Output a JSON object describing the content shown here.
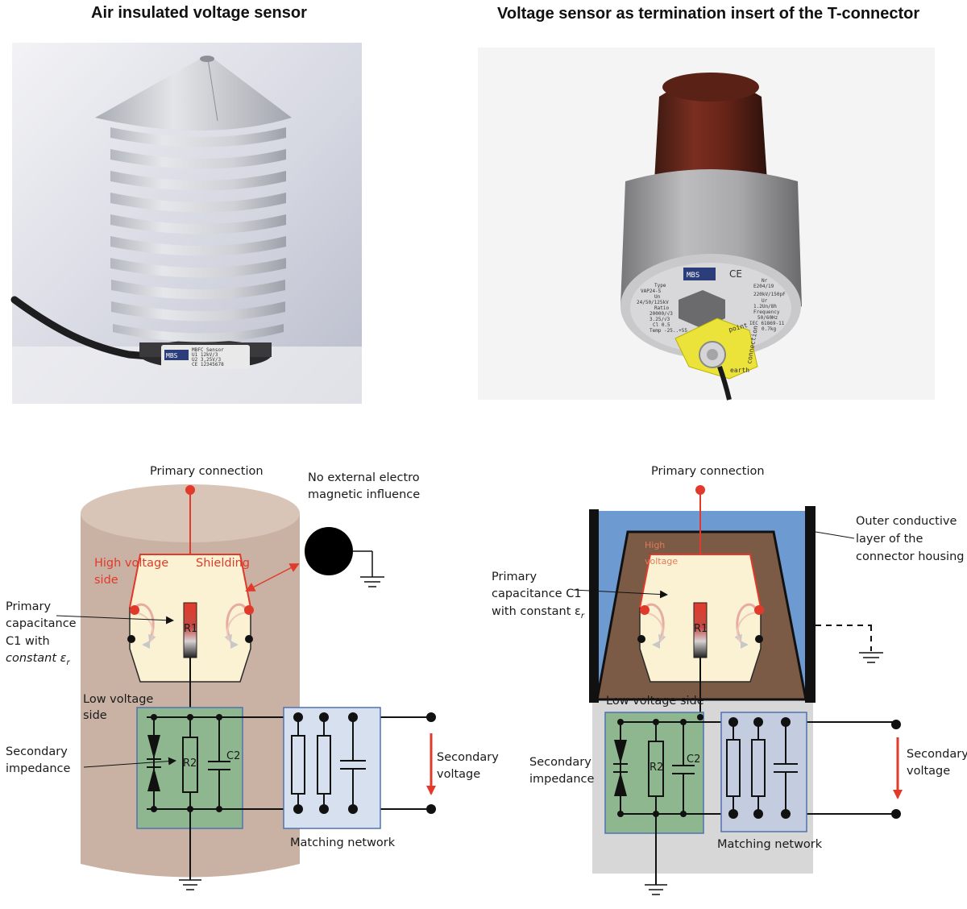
{
  "titles": {
    "left": "Air insulated voltage sensor",
    "right": "Voltage sensor as termination insert of the T-connector"
  },
  "photo_left": {
    "brand": "MBS",
    "label_lines": [
      "MBFC Sensor",
      "U1 12kV/3",
      "U2 3,25V/3",
      "CE 12345678"
    ]
  },
  "photo_right": {
    "brand": "MBS",
    "ce_mark": "CE",
    "label_lines": [
      "Type",
      "VAP24-S",
      "Un",
      "24/50/125kV",
      "Ratio",
      "20000/√3",
      "3.25/√3",
      "Cl 0.5",
      "Temp -25..+55"
    ],
    "label_lines_right": [
      "Nr",
      "E204/19",
      "220kV/150pF",
      "Ur",
      "1.2Un/8h",
      "Frequency",
      "50/60Hz",
      "IEC 61869-11",
      "0.7kg"
    ],
    "tag_text": "point",
    "tag_side_text": "connection",
    "tag_earth_text": "earth"
  },
  "diagram_left": {
    "primary_connection": "Primary connection",
    "no_external_line1": "No external electro",
    "no_external_line2": "magnetic influence",
    "high_voltage_line1": "High voltage",
    "high_voltage_line2": "side",
    "shielding": "Shielding",
    "primary_cap_line1": "Primary",
    "primary_cap_line2": "capacitance",
    "primary_cap_line3": "C1 with",
    "primary_cap_line4": "constant ε",
    "primary_cap_sub": "r",
    "r1": "R1",
    "low_voltage_line1": "Low voltage",
    "low_voltage_line2": "side",
    "secondary_imp_line1": "Secondary",
    "secondary_imp_line2": "impedance",
    "r2": "R2",
    "c2": "C2",
    "matching_network": "Matching network",
    "secondary_voltage_line1": "Secondary",
    "secondary_voltage_line2": "voltage"
  },
  "diagram_right": {
    "primary_connection": "Primary connection",
    "outer_line1": "Outer conductive",
    "outer_line2": "layer of the",
    "outer_line3": "connector housing",
    "primary_cap_line1": "Primary",
    "primary_cap_line2": "capacitance C1",
    "primary_cap_line3": "with constant ε",
    "primary_cap_sub": "r",
    "high_line1": "High",
    "high_line2": "voltage",
    "r1": "R1",
    "low_voltage": "Low voltage side",
    "secondary_imp_line1": "Secondary",
    "secondary_imp_line2": "impedance",
    "r2": "R2",
    "c2": "C2",
    "matching_network": "Matching network",
    "secondary_voltage_line1": "Secondary",
    "secondary_voltage_line2": "voltage"
  },
  "colors": {
    "red": "#e23a2a",
    "cylinder_body": "#c9b2a4",
    "cylinder_top": "#d9c5b8",
    "capsule": "#fbf2d4",
    "green_box": "#8fb78f",
    "blue_box": "#d7e0ef",
    "blue_housing": "#6d9bd1",
    "brown_insert": "#7b5b45",
    "grey_base": "#d7d7d7"
  }
}
